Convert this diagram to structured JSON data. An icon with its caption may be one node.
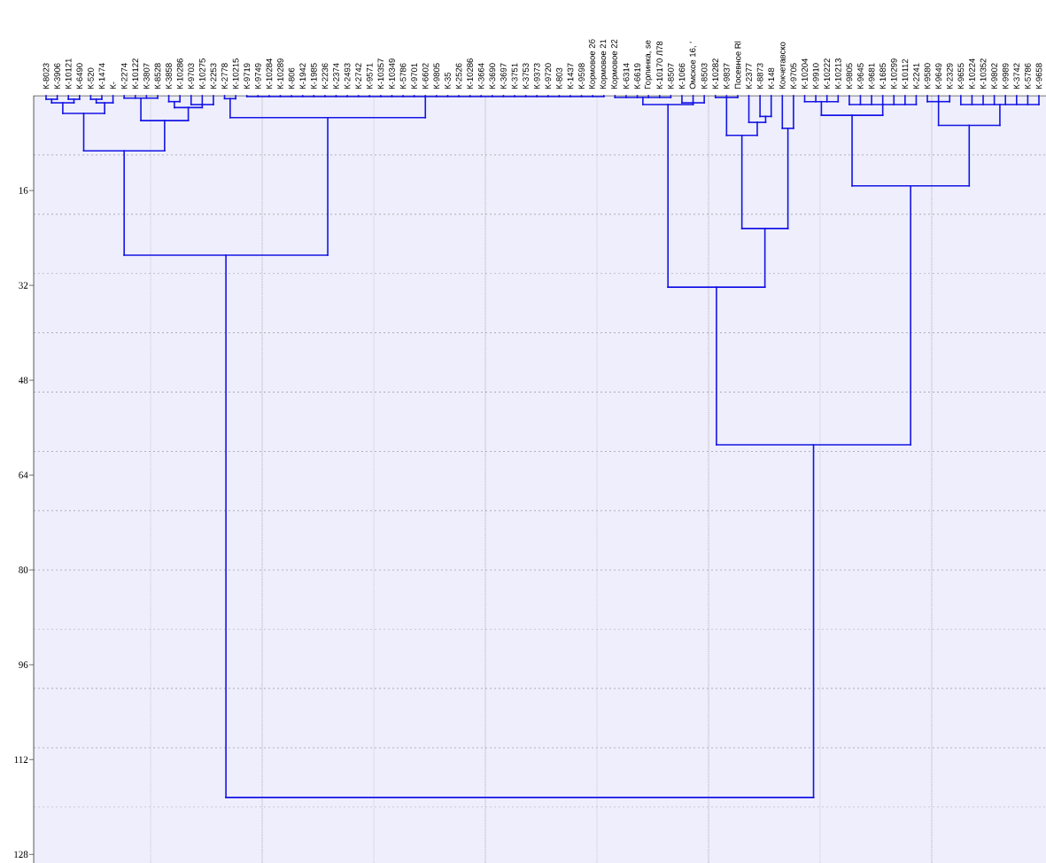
{
  "diagram": {
    "labels": [
      "К-8023",
      "К-3906",
      "К-10121",
      "К-6490",
      "К-520",
      "К-1474",
      "К-",
      "К-2274",
      "К-10122",
      "К-3807",
      "К-8528",
      "К-3858",
      "К-10286",
      "К-9703",
      "К-10275",
      "К-2253",
      "К-2778",
      "К-10215",
      "К-9719",
      "К-9749",
      "К-10284",
      "К-10289",
      "К-806",
      "К-1942",
      "К-1985",
      "К-2236",
      "К-2374",
      "К-2493",
      "К-2742",
      "К-9571",
      "К-10357",
      "К-10349",
      "К-5786",
      "К-9701",
      "К-6602",
      "К-9805",
      "К-35",
      "К-2526",
      "К-10286",
      "К-3664",
      "К-3690",
      "К-3697",
      "К-3751",
      "К-3753",
      "К-9373",
      "К-9720",
      "К-803",
      "К-1437",
      "К-9598",
      "Кормовое 2б",
      "Кормовое 21",
      "Кормовое 22",
      "К-6314",
      "К-6619",
      "Горлинка, se",
      "К-10170 Л78",
      "К-8507",
      "К-1066",
      "Омское 16, '",
      "К-8503",
      "К-10282",
      "К-9837",
      "Посевное Rl",
      "К-2377",
      "К-8873",
      "К-148",
      "Кокчетавско",
      "К-9705",
      "К-10204",
      "К-9910",
      "К-10222",
      "К-10213",
      "К-9805",
      "К-9645",
      "К-9681",
      "К-1685",
      "К-10299",
      "К-10112",
      "К-2241",
      "К-9580",
      "К-9649",
      "К-2329",
      "К-9655",
      "К-10224",
      "К-10352",
      "К-9802",
      "К-9989",
      "К-3742",
      "К-5786",
      "К-9658",
      "16",
      "32",
      "48",
      "64",
      "80",
      "96",
      "112",
      "128"
    ]
  }
}
